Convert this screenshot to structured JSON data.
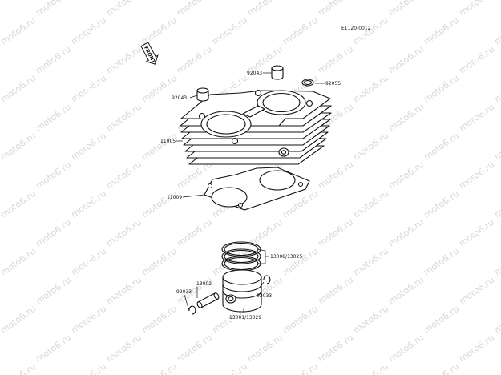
{
  "diagram": {
    "code": "E1120-0012",
    "front": "FRONT",
    "watermark": "moto6.ru",
    "parts": {
      "dowel_left": "92043",
      "dowel_top": "92043",
      "oring": "92055",
      "cylinder": "11005",
      "gasket": "11009",
      "rings": "13008/13025",
      "pin": "13002",
      "clip_left": "92033",
      "clip_right": "92033",
      "piston": "13001/13029"
    }
  }
}
